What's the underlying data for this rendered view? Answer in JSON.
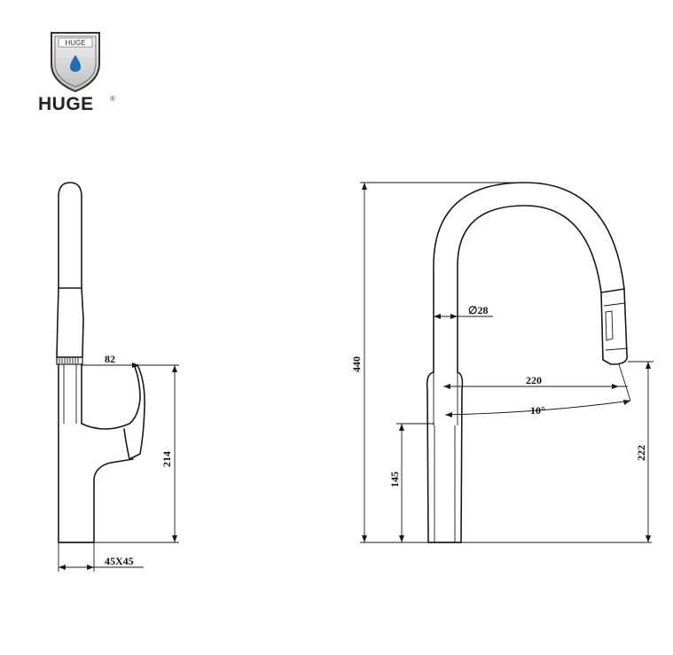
{
  "logo": {
    "brand": "HUGE",
    "registered_mark": "®",
    "shield_text": "HUGE",
    "drop_color": "#1f6fb5"
  },
  "colors": {
    "line": "#1a1a1a",
    "background": "#ffffff"
  },
  "side_view": {
    "dimensions": {
      "handle_reach": "82",
      "height_to_handle": "214",
      "base_size": "45X45"
    }
  },
  "front_view": {
    "dimensions": {
      "total_height": "440",
      "spout_diameter": "∅28",
      "spout_reach": "220",
      "angle": "10°",
      "base_height": "145",
      "spout_height": "222"
    }
  }
}
